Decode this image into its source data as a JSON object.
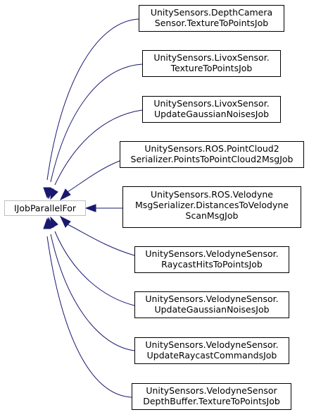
{
  "diagram": {
    "root": {
      "label": "IJobParallelFor"
    },
    "nodes": [
      {
        "lines": [
          "UnitySensors.DepthCamera",
          "Sensor.TextureToPointsJob"
        ]
      },
      {
        "lines": [
          "UnitySensors.LivoxSensor.",
          "TextureToPointsJob"
        ]
      },
      {
        "lines": [
          "UnitySensors.LivoxSensor.",
          "UpdateGaussianNoisesJob"
        ]
      },
      {
        "lines": [
          "UnitySensors.ROS.PointCloud2",
          "Serializer.PointsToPointCloud2MsgJob"
        ]
      },
      {
        "lines": [
          "UnitySensors.ROS.Velodyne",
          "MsgSerializer.DistancesToVelodyne",
          "ScanMsgJob"
        ]
      },
      {
        "lines": [
          "UnitySensors.VelodyneSensor.",
          "RaycastHitsToPointsJob"
        ]
      },
      {
        "lines": [
          "UnitySensors.VelodyneSensor.",
          "UpdateGaussianNoisesJob"
        ]
      },
      {
        "lines": [
          "UnitySensors.VelodyneSensor.",
          "UpdateRaycastCommandsJob"
        ]
      },
      {
        "lines": [
          "UnitySensors.VelodyneSensor",
          "DepthBuffer.TextureToPointsJob"
        ]
      }
    ],
    "edge_color": "#191970",
    "root_border_color": "#bfbfbf"
  }
}
